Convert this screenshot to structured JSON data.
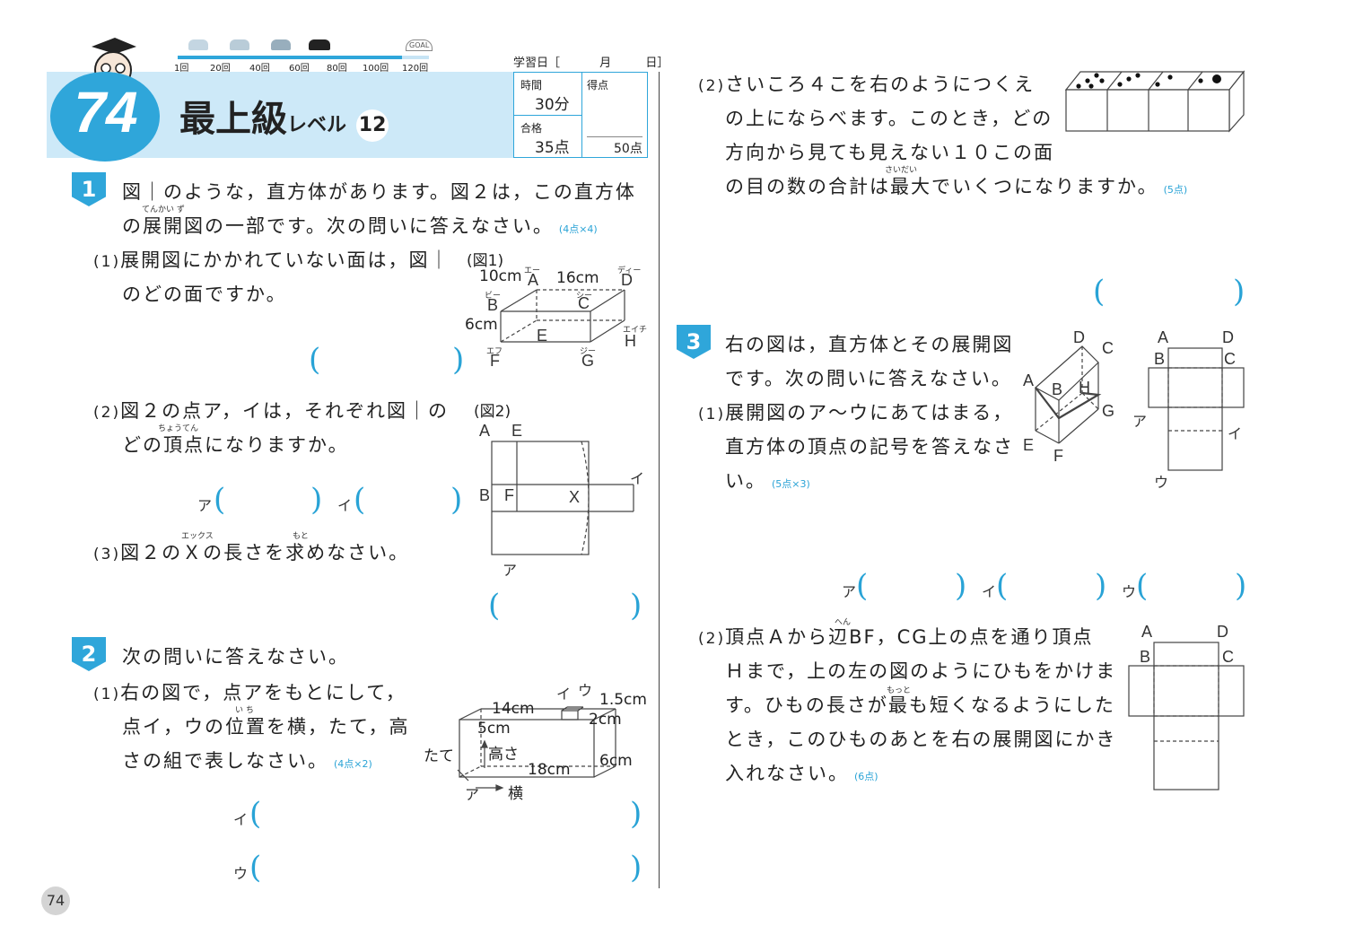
{
  "header": {
    "lesson_number": "74",
    "title_main": "最上級",
    "title_level": "レベル",
    "title_num": "12",
    "progress_labels": [
      "1回",
      "20回",
      "40回",
      "60回",
      "80回",
      "100回",
      "120回"
    ],
    "goal": "GOAL",
    "study_date_label": "学習日",
    "study_date_month": "月",
    "study_date_day": "日",
    "time_label": "時間",
    "time_value": "30分",
    "pass_label": "合格",
    "pass_value": "35点",
    "score_label": "得点",
    "score_total": "50点"
  },
  "q1": {
    "num": "1",
    "line1": "図｜のような，直方体があります。図２は，この直方体",
    "line2": "の展開図の一部です。次の問いに答えなさい。",
    "ruby_line2": "てんかい ず",
    "points": "(4点×4)",
    "sub1_num": "(1)",
    "sub1_line1": "展開図にかかれていない面は，図｜",
    "sub1_line2": "のどの面ですか。",
    "fig1_label": "(図1)",
    "fig1_dims": [
      "10cm",
      "16cm",
      "6cm"
    ],
    "fig1_vertices": [
      "A",
      "D",
      "B",
      "C",
      "E",
      "H",
      "F",
      "G"
    ],
    "fig1_ruby": [
      "エー",
      "ディー",
      "ビー",
      "シー",
      "エイチ",
      "エフ",
      "ジー"
    ],
    "sub2_num": "(2)",
    "sub2_line1": "図２の点ア，イは，それぞれ図｜の",
    "sub2_line2": "どの頂点になりますか。",
    "ruby_sub2": "ちょうてん",
    "fig2_label": "(図2)",
    "fig2_labels": [
      "A",
      "E",
      "B",
      "F",
      "X",
      "イ",
      "ア"
    ],
    "ans_a": "ア",
    "ans_i": "イ",
    "sub3_num": "(3)",
    "sub3_line": "図２のＸの長さを求めなさい。",
    "ruby_sub3_x": "エックス",
    "ruby_sub3_moto": "もと"
  },
  "q2": {
    "num": "2",
    "title": "次の問いに答えなさい。",
    "sub1_num": "(1)",
    "line1": "右の図で，点アをもとにして，",
    "line2": "点イ，ウの位置を横，たて，高",
    "ruby_line2": "い ち",
    "line3": "さの組で表しなさい。",
    "points": "(4点×2)",
    "fig_labels": [
      "14cm",
      "5cm",
      "高さ",
      "18cm",
      "6cm",
      "1.5cm",
      "2cm",
      "たて",
      "ア",
      "横",
      "イ",
      "ウ"
    ],
    "ans_i": "イ",
    "ans_u": "ウ"
  },
  "q1r": {
    "sub2_num": "(2)",
    "line1": "さいころ４こを右のようにつくえ",
    "line2": "の上にならべます。このとき，どの",
    "line3": "方向から見ても見えない１０この面",
    "line4": "の目の数の合計は最大でいくつになりますか。",
    "ruby_line4": "さいだい",
    "points": "(5点)"
  },
  "q3": {
    "num": "3",
    "line1": "右の図は，直方体とその展開図",
    "line2": "です。次の問いに答えなさい。",
    "sub1_num": "(1)",
    "sub1_line1": "展開図のア～ウにあてはまる，",
    "sub1_line2": "直方体の頂点の記号を答えなさ",
    "sub1_line3": "い。",
    "points1": "(5点×3)",
    "cube_labels": [
      "D",
      "C",
      "A",
      "B",
      "H",
      "G",
      "E",
      "F"
    ],
    "net_labels": [
      "A",
      "D",
      "B",
      "C",
      "ア",
      "イ",
      "ウ"
    ],
    "ans_a": "ア",
    "ans_i": "イ",
    "ans_u": "ウ",
    "sub2_num": "(2)",
    "sub2_line1": "頂点Ａから辺BF，CG上の点を通り頂点",
    "ruby_sub2": "へん",
    "sub2_line2": "Ｈまで，上の左の図のようにひもをかけま",
    "sub2_line3": "す。ひもの長さが最も短くなるようにした",
    "ruby_sub2_3": "もっと",
    "sub2_line4": "とき，このひものあとを右の展開図にかき",
    "sub2_line5": "入れなさい。",
    "points2": "(6点)",
    "net2_labels": [
      "A",
      "D",
      "B",
      "C"
    ]
  },
  "page_number": "74"
}
